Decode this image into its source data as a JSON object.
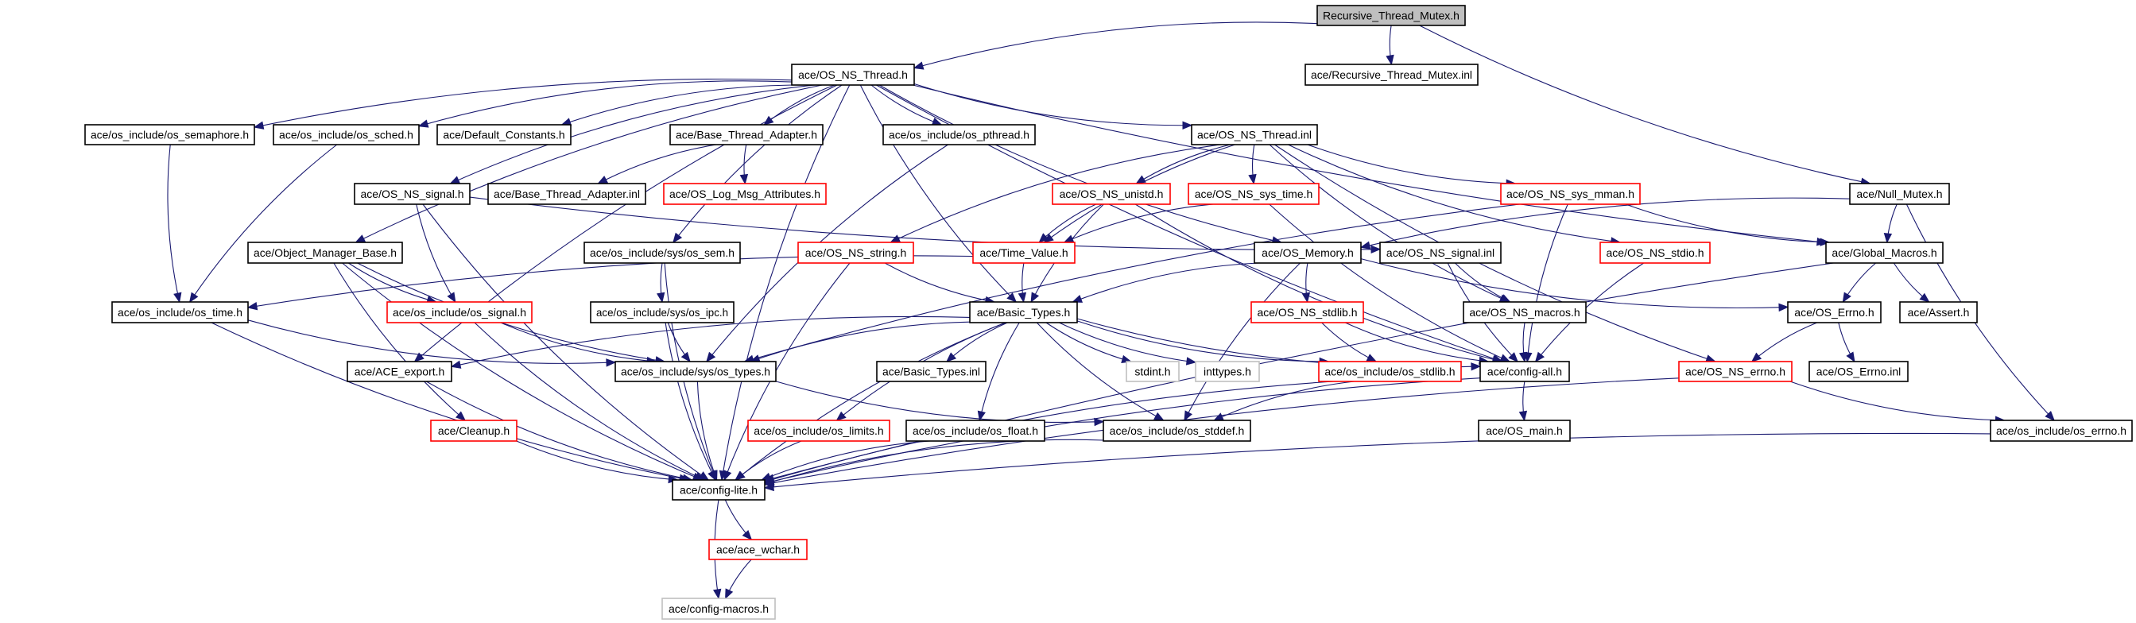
{
  "diagram": {
    "type": "include-dependency-graph",
    "root": "Recursive_Thread_Mutex.h",
    "colors": {
      "edge": "#191970",
      "root_fill": "#bfbfbf",
      "documented_border": "#000000",
      "undocumented_border": "#ff0000",
      "external_border": "#bfbfbf",
      "node_fill": "#ffffff"
    },
    "nodes": [
      {
        "id": "root",
        "label": "Recursive_Thread_Mutex.h",
        "kind": "root"
      },
      {
        "id": "osnsthread",
        "label": "ace/OS_NS_Thread.h",
        "kind": "documented"
      },
      {
        "id": "rtminl",
        "label": "ace/Recursive_Thread_Mutex.inl",
        "kind": "documented"
      },
      {
        "id": "semaphore",
        "label": "ace/os_include/os_semaphore.h",
        "kind": "documented"
      },
      {
        "id": "sched",
        "label": "ace/os_include/os_sched.h",
        "kind": "documented"
      },
      {
        "id": "defconst",
        "label": "ace/Default_Constants.h",
        "kind": "documented"
      },
      {
        "id": "bta",
        "label": "ace/Base_Thread_Adapter.h",
        "kind": "documented"
      },
      {
        "id": "pthread",
        "label": "ace/os_include/os_pthread.h",
        "kind": "documented"
      },
      {
        "id": "threadinl",
        "label": "ace/OS_NS_Thread.inl",
        "kind": "documented"
      },
      {
        "id": "nullmutex",
        "label": "ace/Null_Mutex.h",
        "kind": "documented"
      },
      {
        "id": "nssignal",
        "label": "ace/OS_NS_signal.h",
        "kind": "documented"
      },
      {
        "id": "btainl",
        "label": "ace/Base_Thread_Adapter.inl",
        "kind": "documented"
      },
      {
        "id": "logmsg",
        "label": "ace/OS_Log_Msg_Attributes.h",
        "kind": "undocumented"
      },
      {
        "id": "unistd",
        "label": "ace/OS_NS_unistd.h",
        "kind": "undocumented"
      },
      {
        "id": "systime",
        "label": "ace/OS_NS_sys_time.h",
        "kind": "undocumented"
      },
      {
        "id": "sysmman",
        "label": "ace/OS_NS_sys_mman.h",
        "kind": "undocumented"
      },
      {
        "id": "omb",
        "label": "ace/Object_Manager_Base.h",
        "kind": "documented"
      },
      {
        "id": "ossem",
        "label": "ace/os_include/sys/os_sem.h",
        "kind": "documented"
      },
      {
        "id": "nsstring",
        "label": "ace/OS_NS_string.h",
        "kind": "undocumented"
      },
      {
        "id": "timevalue",
        "label": "ace/Time_Value.h",
        "kind": "undocumented"
      },
      {
        "id": "osmemory",
        "label": "ace/OS_Memory.h",
        "kind": "documented"
      },
      {
        "id": "signalinl",
        "label": "ace/OS_NS_signal.inl",
        "kind": "documented"
      },
      {
        "id": "nsstdio",
        "label": "ace/OS_NS_stdio.h",
        "kind": "undocumented"
      },
      {
        "id": "globalmacros",
        "label": "ace/Global_Macros.h",
        "kind": "documented"
      },
      {
        "id": "ostime",
        "label": "ace/os_include/os_time.h",
        "kind": "documented"
      },
      {
        "id": "ossignal",
        "label": "ace/os_include/os_signal.h",
        "kind": "undocumented"
      },
      {
        "id": "osipc",
        "label": "ace/os_include/sys/os_ipc.h",
        "kind": "documented"
      },
      {
        "id": "basictypes",
        "label": "ace/Basic_Types.h",
        "kind": "documented"
      },
      {
        "id": "nsstdlib",
        "label": "ace/OS_NS_stdlib.h",
        "kind": "undocumented"
      },
      {
        "id": "nsmacros",
        "label": "ace/OS_NS_macros.h",
        "kind": "documented"
      },
      {
        "id": "oserrno",
        "label": "ace/OS_Errno.h",
        "kind": "documented"
      },
      {
        "id": "assert",
        "label": "ace/Assert.h",
        "kind": "documented"
      },
      {
        "id": "aceexport",
        "label": "ace/ACE_export.h",
        "kind": "documented"
      },
      {
        "id": "ostypes",
        "label": "ace/os_include/sys/os_types.h",
        "kind": "documented"
      },
      {
        "id": "btinl",
        "label": "ace/Basic_Types.inl",
        "kind": "documented"
      },
      {
        "id": "stdint",
        "label": "stdint.h",
        "kind": "external"
      },
      {
        "id": "inttypes",
        "label": "inttypes.h",
        "kind": "external"
      },
      {
        "id": "osstdlib",
        "label": "ace/os_include/os_stdlib.h",
        "kind": "undocumented"
      },
      {
        "id": "configall",
        "label": "ace/config-all.h",
        "kind": "documented"
      },
      {
        "id": "nserrno",
        "label": "ace/OS_NS_errno.h",
        "kind": "undocumented"
      },
      {
        "id": "errnoinl",
        "label": "ace/OS_Errno.inl",
        "kind": "documented"
      },
      {
        "id": "cleanup",
        "label": "ace/Cleanup.h",
        "kind": "undocumented"
      },
      {
        "id": "oslimits",
        "label": "ace/os_include/os_limits.h",
        "kind": "undocumented"
      },
      {
        "id": "osfloat",
        "label": "ace/os_include/os_float.h",
        "kind": "documented"
      },
      {
        "id": "osstddef",
        "label": "ace/os_include/os_stddef.h",
        "kind": "documented"
      },
      {
        "id": "osmain",
        "label": "ace/OS_main.h",
        "kind": "documented"
      },
      {
        "id": "oserrnoh",
        "label": "ace/os_include/os_errno.h",
        "kind": "documented"
      },
      {
        "id": "configlite",
        "label": "ace/config-lite.h",
        "kind": "documented"
      },
      {
        "id": "acewchar",
        "label": "ace/ace_wchar.h",
        "kind": "undocumented"
      },
      {
        "id": "configmacros",
        "label": "ace/config-macros.h",
        "kind": "external"
      }
    ],
    "edges": [
      [
        "root",
        "osnsthread"
      ],
      [
        "root",
        "rtminl"
      ],
      [
        "root",
        "nullmutex"
      ],
      [
        "osnsthread",
        "semaphore"
      ],
      [
        "osnsthread",
        "sched"
      ],
      [
        "osnsthread",
        "defconst"
      ],
      [
        "osnsthread",
        "bta"
      ],
      [
        "osnsthread",
        "pthread"
      ],
      [
        "osnsthread",
        "threadinl"
      ],
      [
        "osnsthread",
        "nssignal"
      ],
      [
        "osnsthread",
        "omb"
      ],
      [
        "osnsthread",
        "aceexport"
      ],
      [
        "osnsthread",
        "ossem"
      ],
      [
        "osnsthread",
        "basictypes"
      ],
      [
        "osnsthread",
        "osmemory"
      ],
      [
        "osnsthread",
        "configall"
      ],
      [
        "osnsthread",
        "globalmacros"
      ],
      [
        "osnsthread",
        "configlite"
      ],
      [
        "bta",
        "btainl"
      ],
      [
        "bta",
        "logmsg"
      ],
      [
        "semaphore",
        "ostime"
      ],
      [
        "sched",
        "ostime"
      ],
      [
        "pthread",
        "ostypes"
      ],
      [
        "threadinl",
        "unistd"
      ],
      [
        "threadinl",
        "systime"
      ],
      [
        "threadinl",
        "sysmman"
      ],
      [
        "threadinl",
        "nsstdio"
      ],
      [
        "threadinl",
        "nsstring"
      ],
      [
        "threadinl",
        "timevalue"
      ],
      [
        "threadinl",
        "nsmacros"
      ],
      [
        "threadinl",
        "nserrno"
      ],
      [
        "unistd",
        "timevalue"
      ],
      [
        "unistd",
        "basictypes"
      ],
      [
        "unistd",
        "configall"
      ],
      [
        "systime",
        "timevalue"
      ],
      [
        "systime",
        "configall"
      ],
      [
        "sysmman",
        "configall"
      ],
      [
        "sysmman",
        "globalmacros"
      ],
      [
        "sysmman",
        "ostypes"
      ],
      [
        "nullmutex",
        "osmemory"
      ],
      [
        "nullmutex",
        "globalmacros"
      ],
      [
        "nullmutex",
        "oserrnoh"
      ],
      [
        "nssignal",
        "ossignal"
      ],
      [
        "nssignal",
        "signalinl"
      ],
      [
        "nssignal",
        "configlite"
      ],
      [
        "omb",
        "ossignal"
      ],
      [
        "omb",
        "cleanup"
      ],
      [
        "omb",
        "configlite"
      ],
      [
        "omb",
        "ostypes"
      ],
      [
        "ossem",
        "osipc"
      ],
      [
        "ossem",
        "configlite"
      ],
      [
        "osipc",
        "ostypes"
      ],
      [
        "osipc",
        "configlite"
      ],
      [
        "nsstring",
        "basictypes"
      ],
      [
        "nsstring",
        "configlite"
      ],
      [
        "timevalue",
        "basictypes"
      ],
      [
        "timevalue",
        "ostime"
      ],
      [
        "osmemory",
        "basictypes"
      ],
      [
        "osmemory",
        "nsstdlib"
      ],
      [
        "osmemory",
        "oserrno"
      ],
      [
        "osmemory",
        "osstddef"
      ],
      [
        "signalinl",
        "nsmacros"
      ],
      [
        "signalinl",
        "configall"
      ],
      [
        "nsstdio",
        "configall"
      ],
      [
        "globalmacros",
        "oserrno"
      ],
      [
        "globalmacros",
        "assert"
      ],
      [
        "globalmacros",
        "configlite"
      ],
      [
        "ostime",
        "ostypes"
      ],
      [
        "ostime",
        "configlite"
      ],
      [
        "ossignal",
        "ostypes"
      ],
      [
        "ossignal",
        "configlite"
      ],
      [
        "basictypes",
        "aceexport"
      ],
      [
        "basictypes",
        "ostypes"
      ],
      [
        "basictypes",
        "btinl"
      ],
      [
        "basictypes",
        "stdint"
      ],
      [
        "basictypes",
        "inttypes"
      ],
      [
        "basictypes",
        "osstdlib"
      ],
      [
        "basictypes",
        "configall"
      ],
      [
        "basictypes",
        "oslimits"
      ],
      [
        "basictypes",
        "osfloat"
      ],
      [
        "basictypes",
        "osstddef"
      ],
      [
        "basictypes",
        "configlite"
      ],
      [
        "nsstdlib",
        "osstdlib"
      ],
      [
        "nsstdlib",
        "configall"
      ],
      [
        "nsmacros",
        "configall"
      ],
      [
        "oserrno",
        "nserrno"
      ],
      [
        "oserrno",
        "errnoinl"
      ],
      [
        "aceexport",
        "configlite"
      ],
      [
        "ostypes",
        "configlite"
      ],
      [
        "ostypes",
        "osstddef"
      ],
      [
        "osstdlib",
        "osstddef"
      ],
      [
        "osstdlib",
        "configlite"
      ],
      [
        "configall",
        "osmain"
      ],
      [
        "configall",
        "configlite"
      ],
      [
        "nserrno",
        "oserrnoh"
      ],
      [
        "nserrno",
        "configlite"
      ],
      [
        "cleanup",
        "configlite"
      ],
      [
        "oslimits",
        "configlite"
      ],
      [
        "osfloat",
        "configlite"
      ],
      [
        "osstddef",
        "configlite"
      ],
      [
        "oserrnoh",
        "configlite"
      ],
      [
        "configlite",
        "acewchar"
      ],
      [
        "configlite",
        "configmacros"
      ],
      [
        "acewchar",
        "configmacros"
      ]
    ]
  }
}
